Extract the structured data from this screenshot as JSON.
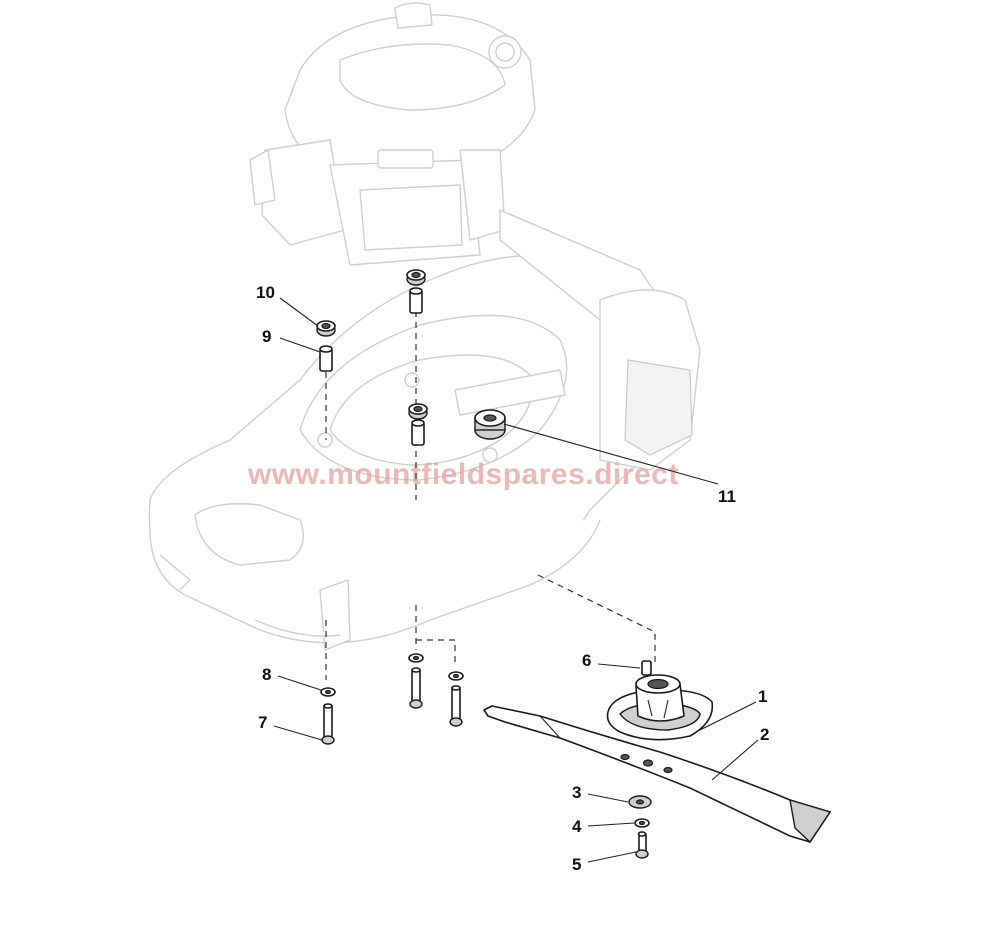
{
  "watermark": "www.mountfieldspares.direct",
  "callouts": {
    "c1": "1",
    "c2": "2",
    "c3": "3",
    "c4": "4",
    "c5": "5",
    "c6": "6",
    "c7": "7",
    "c8": "8",
    "c9": "9",
    "c10": "10",
    "c11": "11"
  },
  "colors": {
    "ghost_line": "#cfcfcf",
    "part_line": "#1a1a1a",
    "watermark": "#e8a0a0"
  }
}
